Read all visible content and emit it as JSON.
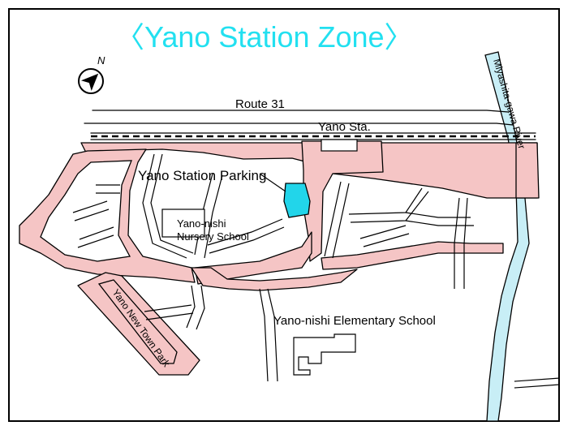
{
  "title": "〈Yano Station Zone〉",
  "colors": {
    "title": "#22e0f0",
    "road": "#f5c5c5",
    "water": "#c8eef6",
    "parking": "#22d5ea",
    "frame": "#000000"
  },
  "compass": {
    "label": "N",
    "icon": "north-arrow-icon"
  },
  "labels": {
    "route": "Route 31",
    "station": "Yano Sta.",
    "river": "Miyashita-gawa River",
    "parking": "Yano Station Parking",
    "nursery_line1": "Yano-nishi",
    "nursery_line2": "Nursery School",
    "elementary": "Yano-nishi Elementary School",
    "park": "Yano New Town Park"
  }
}
